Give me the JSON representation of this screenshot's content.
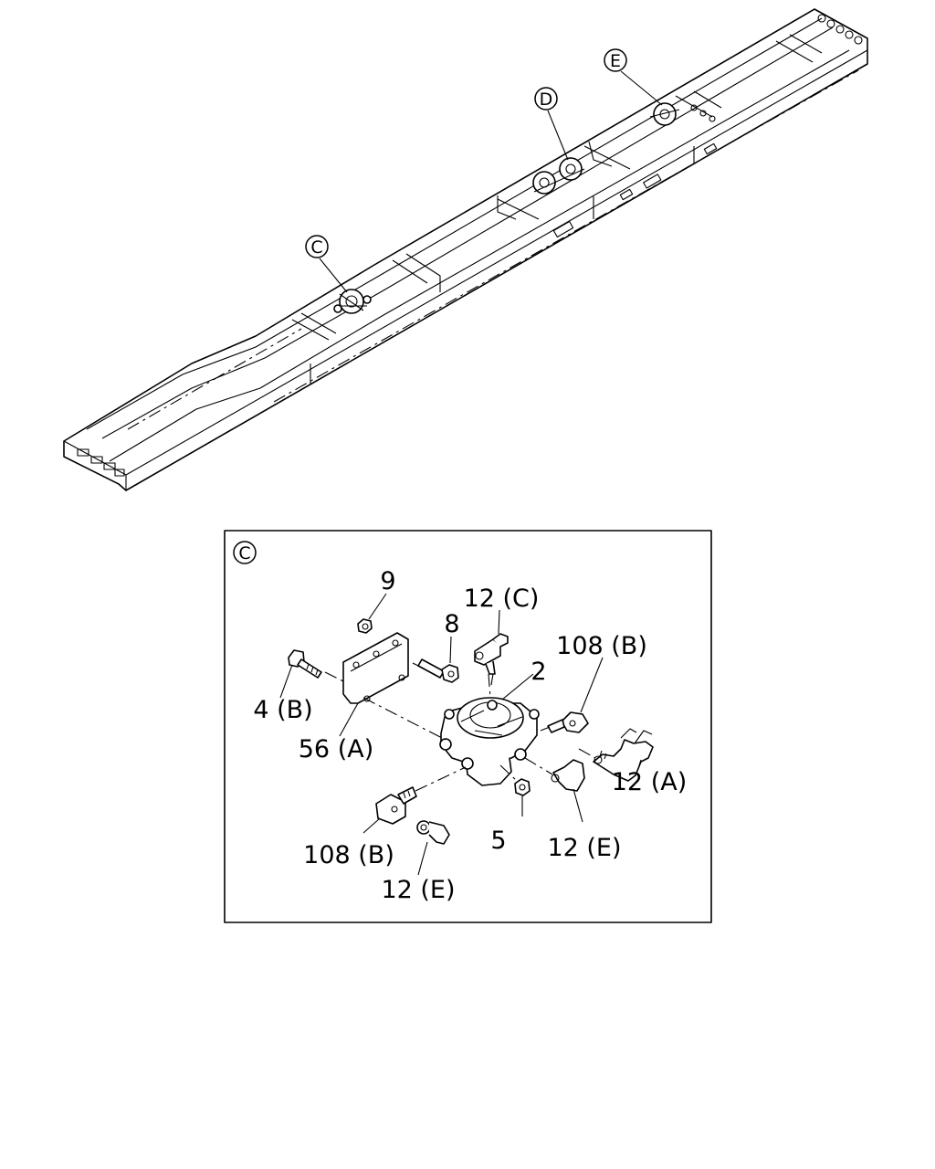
{
  "callouts": {
    "c": "C",
    "d": "D",
    "e": "E"
  },
  "detail": {
    "id": "C",
    "labels": {
      "p9": "9",
      "p8": "8",
      "p12c": "12 (C)",
      "p2": "2",
      "p108b_top": "108 (B)",
      "p4b": "4 (B)",
      "p56a": "56 (A)",
      "p12a": "12 (A)",
      "p5": "5",
      "p12e_right": "12 (E)",
      "p108b_bottom": "108 (B)",
      "p12e_bottom": "12 (E)"
    }
  }
}
